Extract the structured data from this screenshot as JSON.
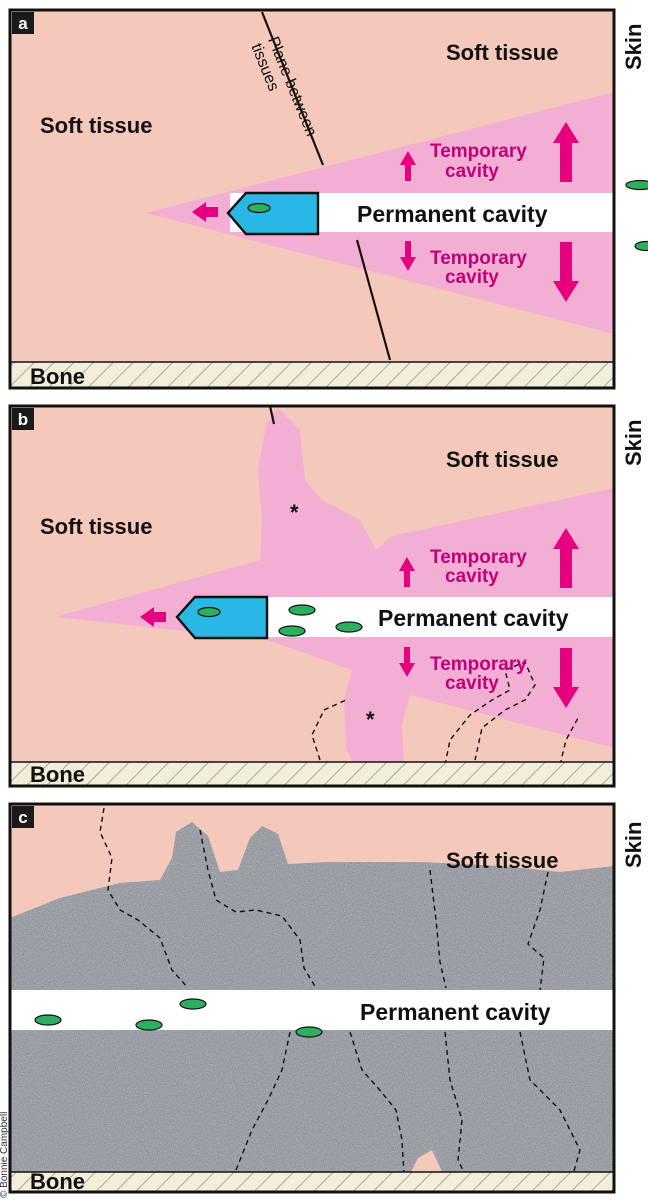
{
  "colors": {
    "soft_tissue": "#f4c8bb",
    "cavity_pink": "#f3afd3",
    "arrow_magenta": "#e6007e",
    "bullet_blue": "#29b8e5",
    "fragment_green": "#2eae5f",
    "necrosis_gray": "#8d9298",
    "bone_bg": "#f3eddc"
  },
  "panel_a": {
    "letter": "a",
    "soft_tissue_left": "Soft tissue",
    "soft_tissue_right": "Soft tissue",
    "plane_label_line1": "Plane between",
    "plane_label_line2": "tissues",
    "temporary_top_1": "Temporary",
    "temporary_top_2": "cavity",
    "permanent": "Permanent cavity",
    "temporary_bottom_1": "Temporary",
    "temporary_bottom_2": "cavity",
    "bone": "Bone",
    "skin": "Skin"
  },
  "panel_b": {
    "letter": "b",
    "soft_tissue_left": "Soft tissue",
    "soft_tissue_right": "Soft tissue",
    "temporary_top_1": "Temporary",
    "temporary_top_2": "cavity",
    "permanent": "Permanent cavity",
    "temporary_bottom_1": "Temporary",
    "temporary_bottom_2": "cavity",
    "asterisk_1": "*",
    "asterisk_2": "*",
    "bone": "Bone",
    "skin": "Skin"
  },
  "panel_c": {
    "letter": "c",
    "soft_tissue_right": "Soft tissue",
    "permanent": "Permanent cavity",
    "bone": "Bone",
    "skin": "Skin"
  },
  "credit": "© Bonnie Campbell"
}
